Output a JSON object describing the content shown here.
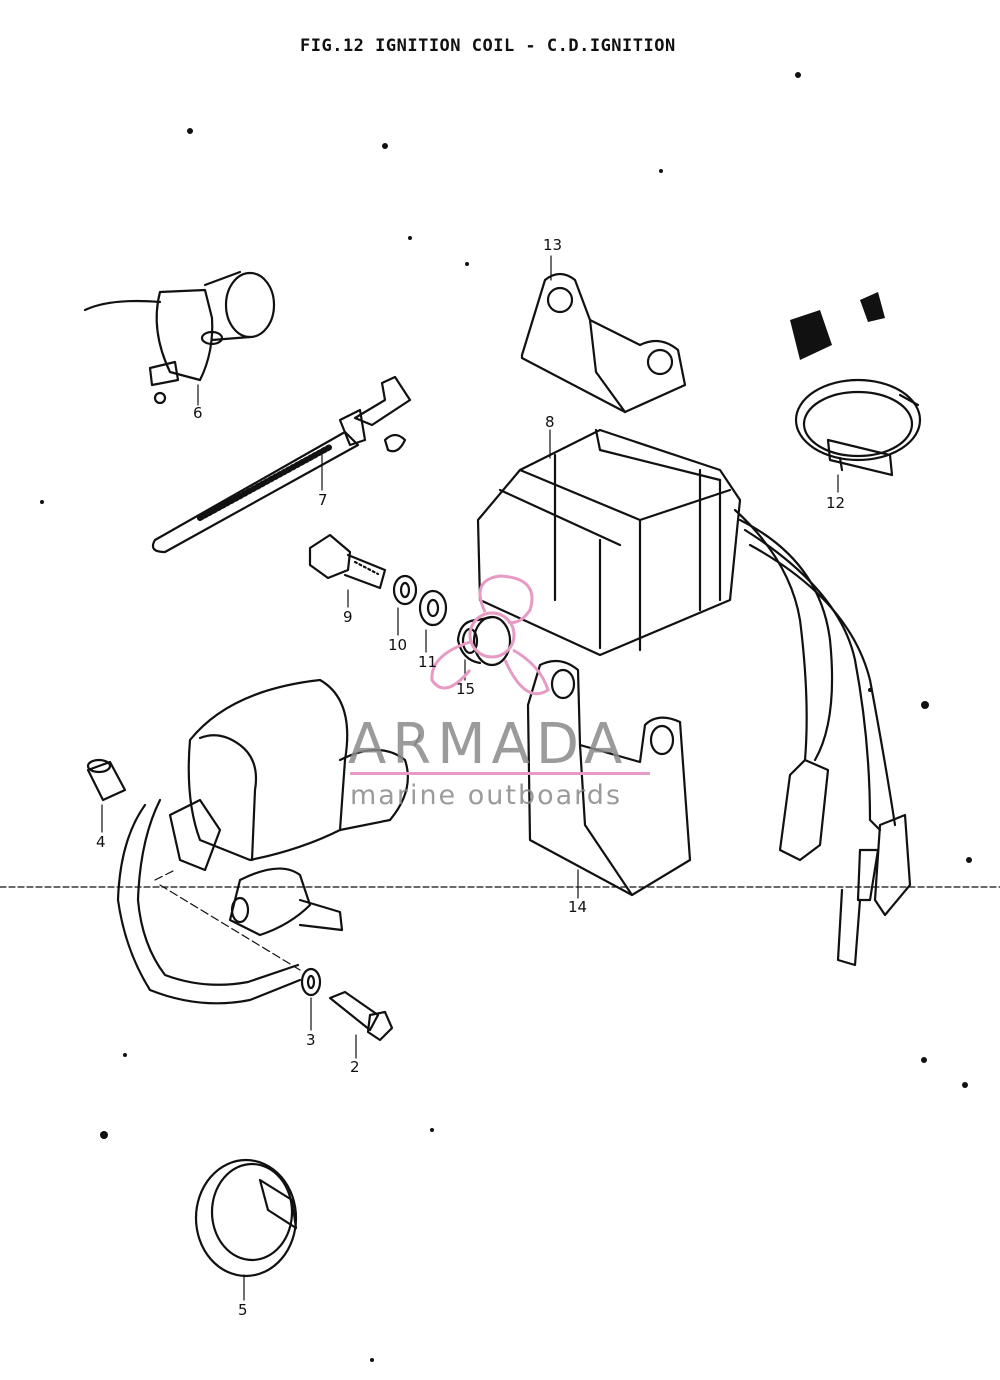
{
  "title": "FIG.12  IGNITION COIL - C.D.IGNITION",
  "callouts": {
    "p2": "2",
    "p3": "3",
    "p4": "4",
    "p5": "5",
    "p6": "6",
    "p7": "7",
    "p8": "8",
    "p9": "9",
    "p10": "10",
    "p11": "11",
    "p12": "12",
    "p13": "13",
    "p14": "14",
    "p15": "15"
  },
  "watermark": {
    "brand": "ARMADA",
    "tagline": "marine outboards",
    "accent_color": "#e79ac3"
  },
  "colors": {
    "ink": "#111111",
    "paper": "#ffffff"
  }
}
